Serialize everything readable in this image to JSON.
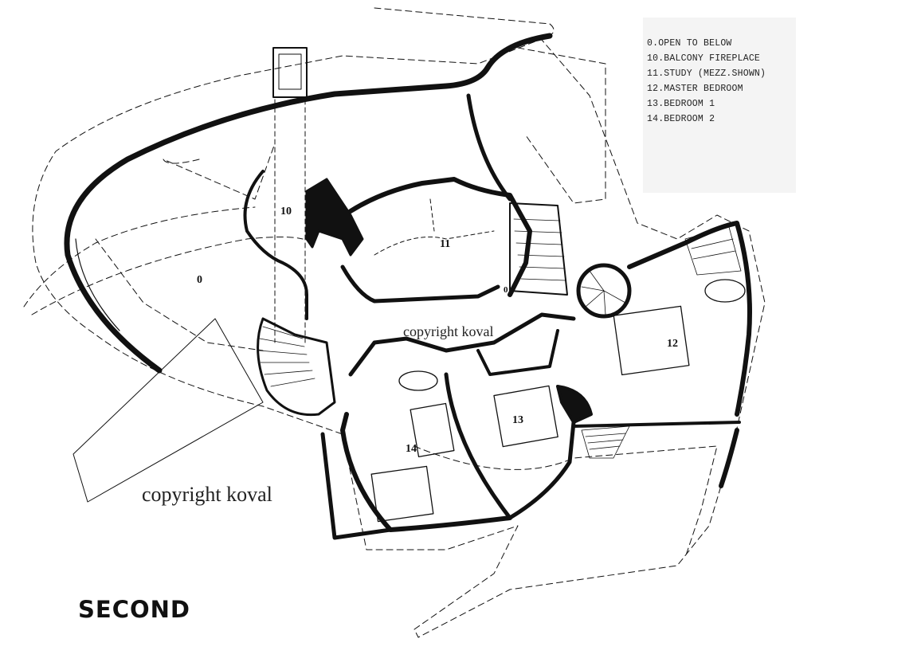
{
  "legend": {
    "items": [
      "0.OPEN TO BELOW",
      "10.BALCONY FIREPLACE",
      "11.STUDY (MEZZ.SHOWN)",
      "12.MASTER BEDROOM",
      "13.BEDROOM 1",
      "14.BEDROOM 2"
    ]
  },
  "rooms": {
    "r0_large": "0",
    "r0_small": "0",
    "r10": "10",
    "r11": "11",
    "r12": "12",
    "r13": "13",
    "r14": "14"
  },
  "watermarks": {
    "center": "copyright koval",
    "lower": "copyright koval"
  },
  "title": "SECOND",
  "colors": {
    "ink": "#111111",
    "paper": "#ffffff",
    "legend_bg": "#f4f4f4"
  }
}
